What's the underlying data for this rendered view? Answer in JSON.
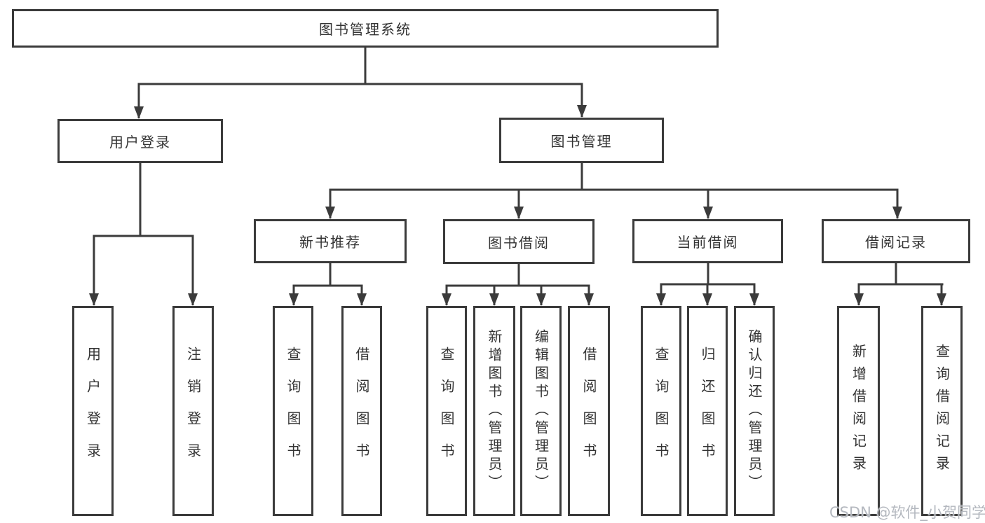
{
  "diagram": {
    "root": {
      "label": "图书管理系统"
    },
    "level2": [
      {
        "label": "用户登录"
      },
      {
        "label": "图书管理"
      }
    ],
    "level3": [
      {
        "label": "新书推荐"
      },
      {
        "label": "图书借阅"
      },
      {
        "label": "当前借阅"
      },
      {
        "label": "借阅记录"
      }
    ],
    "leaves": [
      {
        "label": "用户登录"
      },
      {
        "label": "注销登录"
      },
      {
        "label": "查询图书"
      },
      {
        "label": "借阅图书"
      },
      {
        "label": "查询图书"
      },
      {
        "label": "新增图书（管理员）"
      },
      {
        "label": "编辑图书（管理员）"
      },
      {
        "label": "借阅图书"
      },
      {
        "label": "查询图书"
      },
      {
        "label": "归还图书"
      },
      {
        "label": "确认归还（管理员）"
      },
      {
        "label": "新增借阅记录"
      },
      {
        "label": "查询借阅记录"
      }
    ]
  },
  "watermark": {
    "text": "CSDN @软件_小贺同学"
  },
  "colors": {
    "line": "#3b3b3b",
    "text": "#333333",
    "background": "#ffffff",
    "watermark": "#b4b8bf"
  }
}
